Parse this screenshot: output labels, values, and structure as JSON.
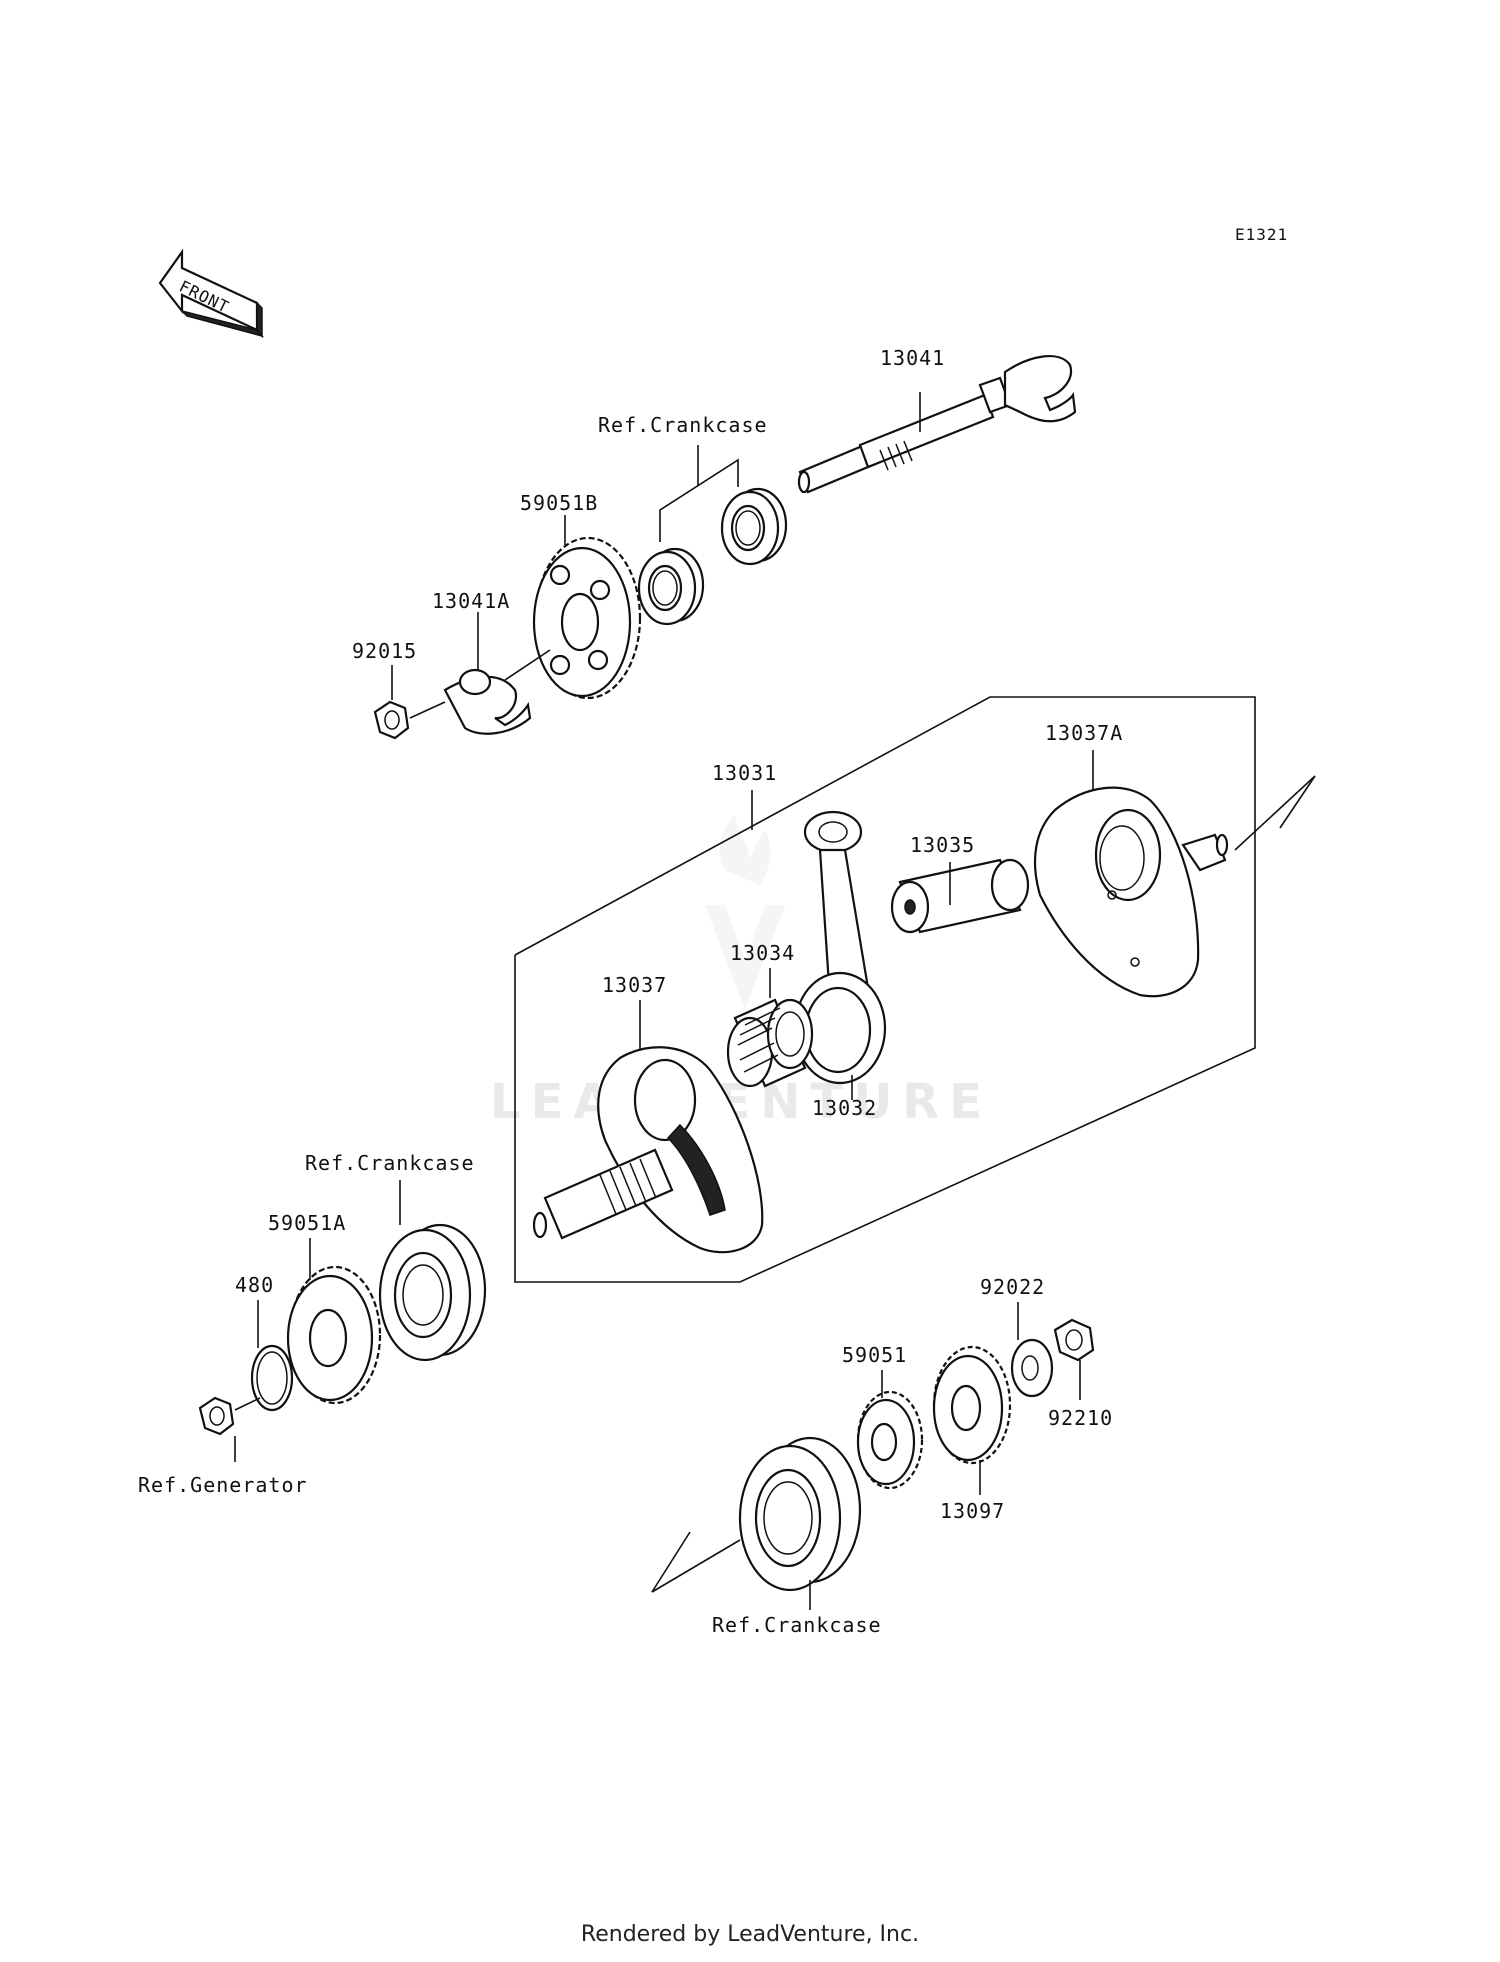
{
  "diagram_code": "E1321",
  "front_arrow_label": "FRONT",
  "watermark": "LEADVENTURE",
  "footer": "Rendered by LeadVenture, Inc.",
  "labels": {
    "p13041": "13041",
    "ref_crankcase_top": "Ref.Crankcase",
    "p59051B": "59051B",
    "p13041A": "13041A",
    "p92015": "92015",
    "p13031": "13031",
    "p13037A": "13037A",
    "p13035": "13035",
    "p13034": "13034",
    "p13037": "13037",
    "p13032": "13032",
    "ref_crankcase_left": "Ref.Crankcase",
    "p59051A": "59051A",
    "p480": "480",
    "ref_generator": "Ref.Generator",
    "p92022": "92022",
    "p59051": "59051",
    "p92210": "92210",
    "p13097": "13097",
    "ref_crankcase_bottom": "Ref.Crankcase"
  }
}
